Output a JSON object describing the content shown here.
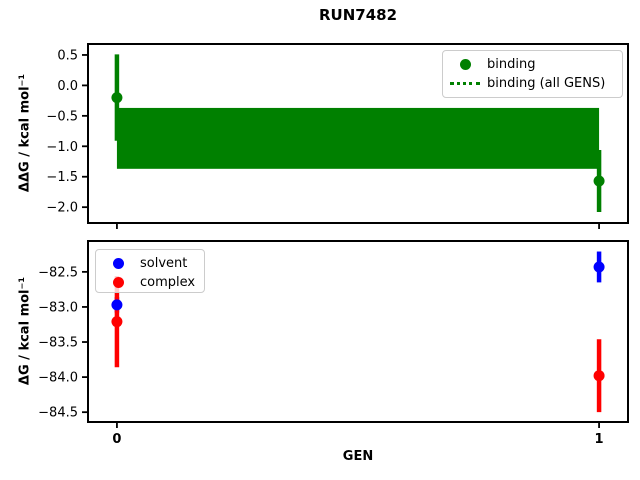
{
  "figure": {
    "title": "RUN7482",
    "background": "#ffffff",
    "spine_color": "#000000"
  },
  "chart_data": [
    {
      "type": "scatter",
      "title": "RUN7482",
      "xlabel": "",
      "ylabel": "ΔΔG / kcal mol⁻¹",
      "xlim": [
        -0.06,
        1.06
      ],
      "ylim": [
        -2.26,
        0.68
      ],
      "grid": false,
      "legend_position": "upper right",
      "yticks": {
        "values": [
          0.5,
          0.0,
          -0.5,
          -1.0,
          -1.5,
          -2.0
        ],
        "labels": [
          "0.5",
          "0.0",
          "−0.5",
          "−1.0",
          "−1.5",
          "−2.0"
        ]
      },
      "xticks": {
        "values": [
          0,
          1
        ],
        "labels": [
          "",
          ""
        ]
      },
      "series": [
        {
          "name": "binding",
          "color": "#008000",
          "marker": "circle",
          "points": [
            {
              "x": 0,
              "y": -0.2,
              "yerr": 0.71
            },
            {
              "x": 1,
              "y": -1.57,
              "yerr": 0.51
            }
          ]
        }
      ],
      "band": {
        "name": "binding (all GENS)",
        "color": "#008000",
        "line_style": "dotted",
        "x_from": 0,
        "x_to": 1,
        "center": -0.87,
        "upper": -0.37,
        "lower": -1.37
      }
    },
    {
      "type": "scatter",
      "title": "",
      "xlabel": "GEN",
      "ylabel": "ΔG / kcal mol⁻¹",
      "xlim": [
        -0.06,
        1.06
      ],
      "ylim": [
        -84.64,
        -82.06
      ],
      "grid": false,
      "legend_position": "upper left",
      "yticks": {
        "values": [
          -82.5,
          -83.0,
          -83.5,
          -84.0,
          -84.5
        ],
        "labels": [
          "−82.5",
          "−83.0",
          "−83.5",
          "−84.0",
          "−84.5"
        ]
      },
      "xticks": {
        "values": [
          0,
          1
        ],
        "labels": [
          "0",
          "1"
        ]
      },
      "series": [
        {
          "name": "solvent",
          "color": "#0000ff",
          "marker": "circle",
          "points": [
            {
              "x": 0,
              "y": -82.97,
              "yerr": 0.11
            },
            {
              "x": 1,
              "y": -82.43,
              "yerr": 0.22
            }
          ]
        },
        {
          "name": "complex",
          "color": "#ff0000",
          "marker": "circle",
          "points": [
            {
              "x": 0,
              "y": -83.21,
              "yerr": 0.65
            },
            {
              "x": 1,
              "y": -83.98,
              "yerr": 0.52
            }
          ]
        }
      ]
    }
  ]
}
